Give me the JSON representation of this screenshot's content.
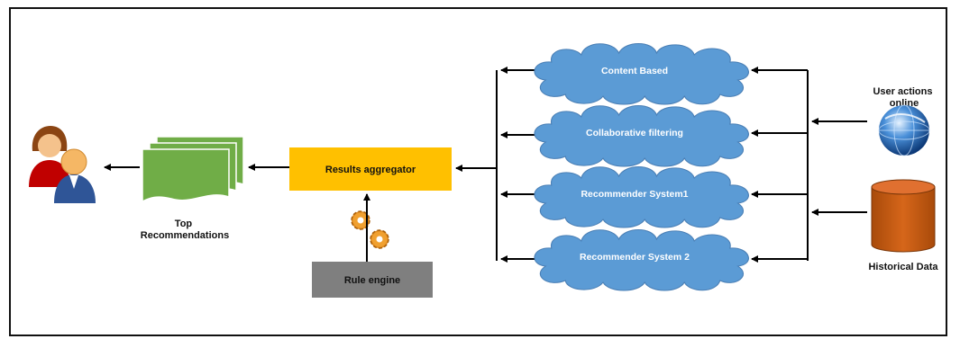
{
  "nodes": {
    "top_recommendations": [
      "Top",
      "Recommendations"
    ],
    "results_aggregator": "Results aggregator",
    "rule_engine": "Rule engine",
    "clouds": [
      "Content Based",
      "Collaborative filtering",
      "Recommender System1",
      "Recommender System 2"
    ],
    "user_actions": [
      "User actions",
      "online"
    ],
    "historical_data": "Historical Data"
  },
  "icons": {
    "users": "users-icon",
    "documents": "documents-stack-icon",
    "gears": "gears-icon",
    "globe": "globe-icon",
    "database": "database-cylinder-icon"
  },
  "colors": {
    "aggregator": "#ffc000",
    "rule_engine": "#7f7f7f",
    "documents": "#70ad47",
    "cloud_fill": "#5b9bd5",
    "cloud_stroke": "#4a7fb5",
    "database": "#c55a11",
    "arrow": "#000000"
  }
}
